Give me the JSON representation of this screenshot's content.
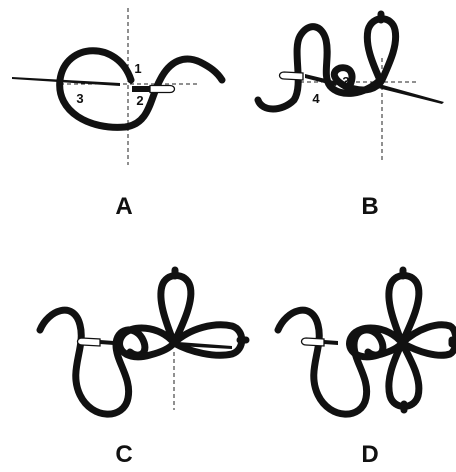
{
  "panels": [
    {
      "label": "A",
      "points": [
        "1",
        "2",
        "3"
      ]
    },
    {
      "label": "B",
      "points": [
        "3",
        "4"
      ]
    },
    {
      "label": "C"
    },
    {
      "label": "D"
    }
  ],
  "colors": {
    "cord": "#111111",
    "background": "#ffffff"
  }
}
